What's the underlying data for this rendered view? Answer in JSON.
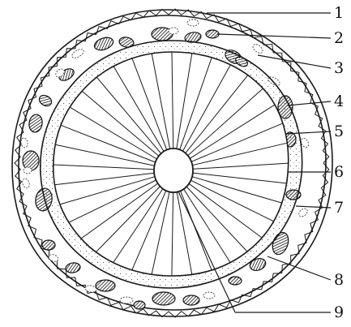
{
  "diagram": {
    "labels": [
      "1",
      "2",
      "3",
      "4",
      "5",
      "6",
      "7",
      "8",
      "9"
    ],
    "colors": {
      "stroke": "#1a1a1a",
      "background": "#ffffff"
    }
  }
}
